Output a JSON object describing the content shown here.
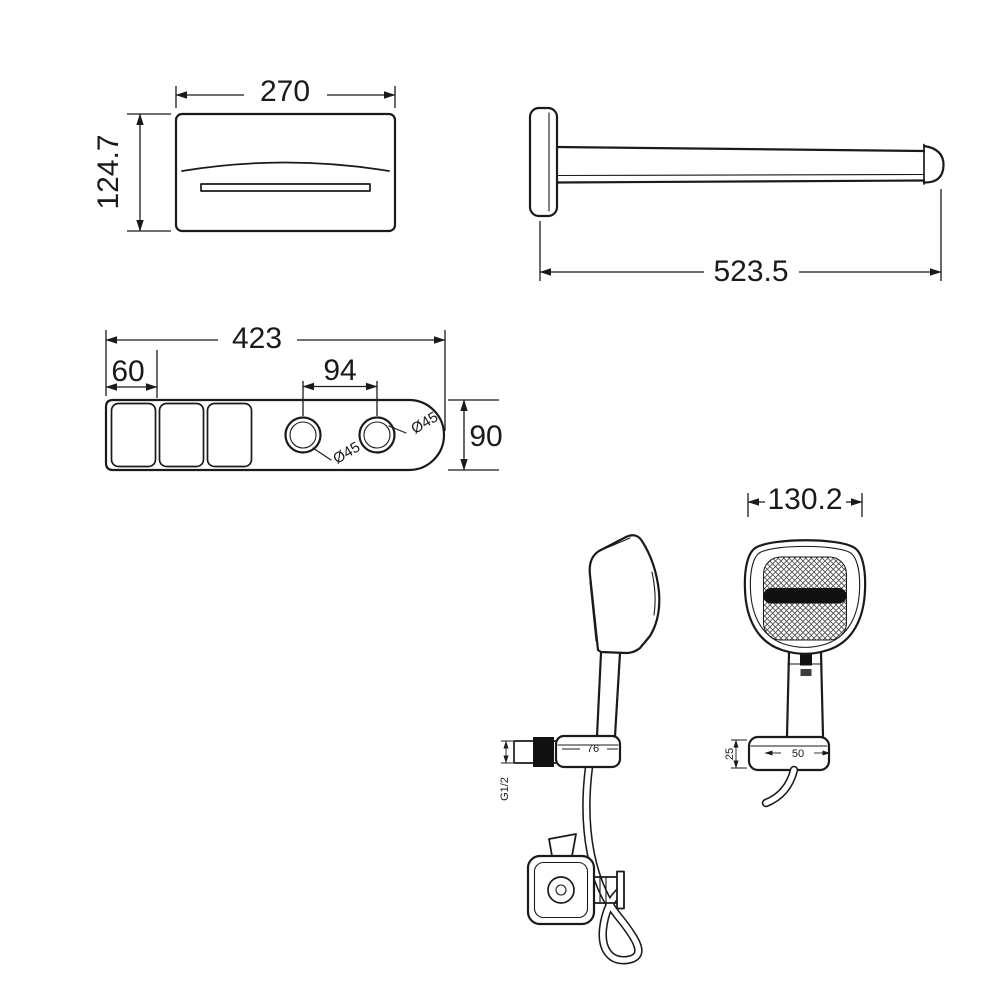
{
  "colors": {
    "ink": "#1a1a1a",
    "paper": "#ffffff"
  },
  "views": {
    "overhead_front": {
      "width": "270",
      "height": "124.7"
    },
    "overhead_side": {
      "length": "523.5"
    },
    "control_panel": {
      "width": "423",
      "button_width": "60",
      "knob_spacing": "94",
      "depth": "90",
      "knob_left_diameter": "Ø45",
      "knob_right_diameter": "Ø45"
    },
    "hand_shower_side": {
      "bracket_width": "76",
      "inlet_thread": "G1/2"
    },
    "hand_shower_front": {
      "width": "130.2",
      "bracket_width": "50",
      "bracket_depth": "25"
    }
  }
}
